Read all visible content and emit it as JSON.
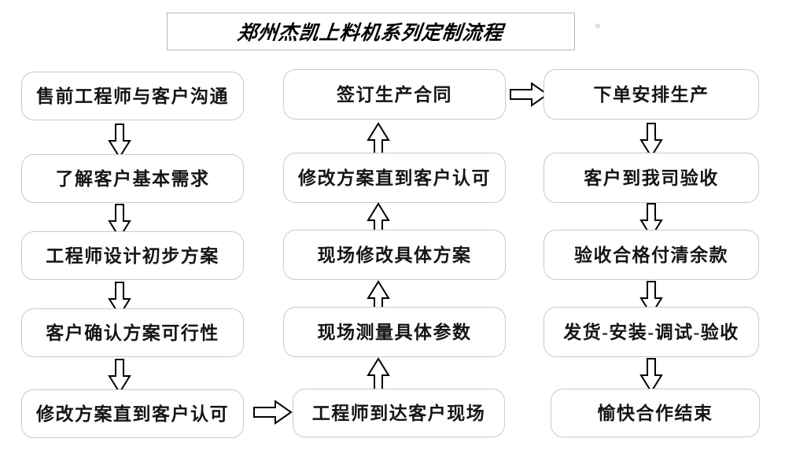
{
  "title": {
    "text": "郑州杰凯上料机系列定制流程"
  },
  "columns": [
    {
      "id": "column-1",
      "name": "pre-sales-design",
      "flow_direction": "down",
      "nodes": [
        {
          "label": "售前工程师与客户沟通"
        },
        {
          "label": "了解客户基本需求"
        },
        {
          "label": "工程师设计初步方案"
        },
        {
          "label": "客户确认方案可行性"
        },
        {
          "label": "修改方案直到客户认可"
        }
      ]
    },
    {
      "id": "column-2",
      "name": "on-site-survey",
      "flow_direction": "up",
      "nodes": [
        {
          "label": "签订生产合同"
        },
        {
          "label": "修改方案直到客户认可"
        },
        {
          "label": "现场修改具体方案"
        },
        {
          "label": "现场测量具体参数"
        },
        {
          "label": "工程师到达客户现场"
        }
      ]
    },
    {
      "id": "column-3",
      "name": "production-delivery",
      "flow_direction": "down",
      "nodes": [
        {
          "label": "下单安排生产"
        },
        {
          "label": "客户到我司验收"
        },
        {
          "label": "验收合格付清余款"
        },
        {
          "label": "发货-安装-调试-验收"
        },
        {
          "label": "愉快合作结束"
        }
      ]
    }
  ],
  "connectors": {
    "col1_to_col2": "arrow-right",
    "col2_to_col3": "arrow-right",
    "within_col1": "arrow-down",
    "within_col2": "arrow-up",
    "within_col3": "arrow-down"
  },
  "colors": {
    "background": "#ffffff",
    "node_border": "#c9c9c9",
    "title_border": "#b7b7b7",
    "text": "#151515",
    "arrow_stroke": "#000000",
    "arrow_fill": "#ffffff"
  }
}
